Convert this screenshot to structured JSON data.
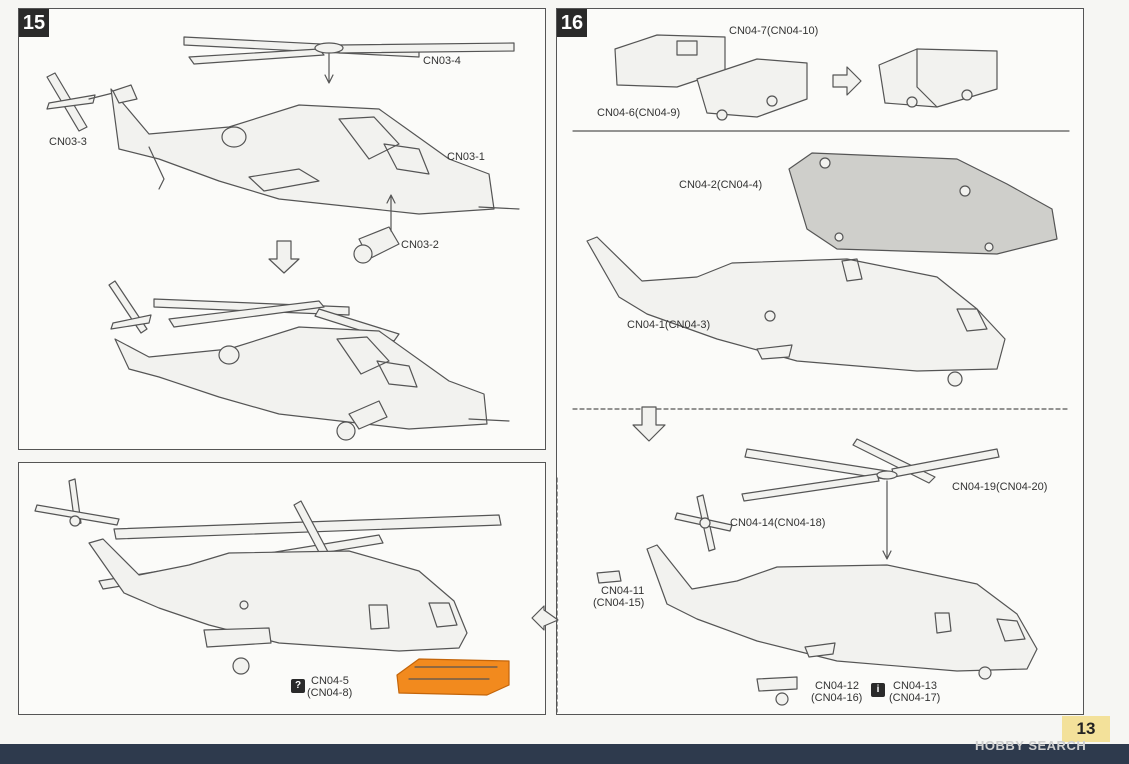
{
  "steps": {
    "s15": {
      "number": "15"
    },
    "s16": {
      "number": "16"
    }
  },
  "labels": {
    "cn03_4": "CN03-4",
    "cn03_3": "CN03-3",
    "cn03_1": "CN03-1",
    "cn03_2": "CN03-2",
    "cn04_7": "CN04-7(CN04-10)",
    "cn04_6": "CN04-6(CN04-9)",
    "cn04_2": "CN04-2(CN04-4)",
    "cn04_1": "CN04-1(CN04-3)",
    "cn04_19": "CN04-19(CN04-20)",
    "cn04_14": "CN04-14(CN04-18)",
    "cn04_11a": "CN04-11",
    "cn04_11b": "(CN04-15)",
    "cn04_12a": "CN04-12",
    "cn04_12b": "(CN04-16)",
    "cn04_13a": "CN04-13",
    "cn04_13b": "(CN04-17)",
    "cn04_5a": "CN04-5",
    "cn04_5b": "(CN04-8)"
  },
  "icons": {
    "question": "?",
    "info": "i"
  },
  "page_number": "13",
  "watermark": "HOBBY SEARCH",
  "colors": {
    "highlight": "#f28a1e",
    "page_tab": "#f3e19a"
  }
}
